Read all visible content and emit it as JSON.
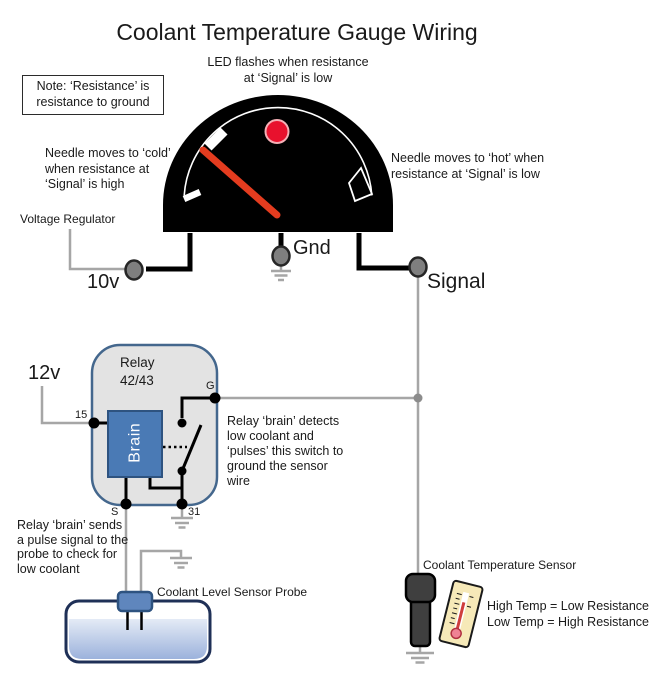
{
  "title": "Coolant Temperature Gauge Wiring",
  "annotations": {
    "led_note": "LED flashes when resistance\nat ‘Signal’ is low",
    "note_box": "Note: ‘Resistance’ is\nresistance to ground",
    "needle_cold": "Needle moves to ‘cold’\nwhen resistance at\n‘Signal’ is high",
    "needle_hot": "Needle moves to ‘hot’ when\nresistance at ‘Signal’ is low",
    "relay_brain_detects": "Relay ‘brain’ detects\nlow coolant and\n‘pulses’ this switch to\nground the sensor\nwire",
    "relay_brain_sends": "Relay ‘brain’ sends\na pulse signal to the\nprobe to check for\nlow coolant",
    "temp_resistance": "High Temp = Low Resistance\nLow Temp = High Resistance"
  },
  "labels": {
    "voltage_regulator": "Voltage Regulator",
    "v10": "10v",
    "gnd": "Gnd",
    "signal": "Signal",
    "v12": "12v",
    "relay": "Relay\n42/43",
    "brain": "Brain",
    "terminal_15": "15",
    "terminal_g": "G",
    "terminal_s": "S",
    "terminal_31": "31",
    "probe": "Coolant Level Sensor Probe",
    "sensor": "Coolant Temperature Sensor"
  },
  "icons": [
    "led-indicator",
    "ground-symbol",
    "thermometer-icon",
    "gauge-needle",
    "relay-switch"
  ],
  "colors": {
    "gauge_body": "#000000",
    "led_red": "#e8112d",
    "needle_red": "#e43c1f",
    "wire_gray": "#a6a6a6",
    "wire_black": "#000000",
    "connector_gray": "#7f7f7f",
    "relay_fill": "#e3e3e3",
    "relay_border": "#44678d",
    "brain_blue": "#4a7ab5",
    "tank_border": "#1f3057",
    "liquid_top": "#e4ebf6",
    "liquid_bottom": "#9cb2dc",
    "probe_blue": "#5f86bd",
    "sensor_body": "#3f3f3f",
    "thermometer_card": "#f6e9b8"
  }
}
